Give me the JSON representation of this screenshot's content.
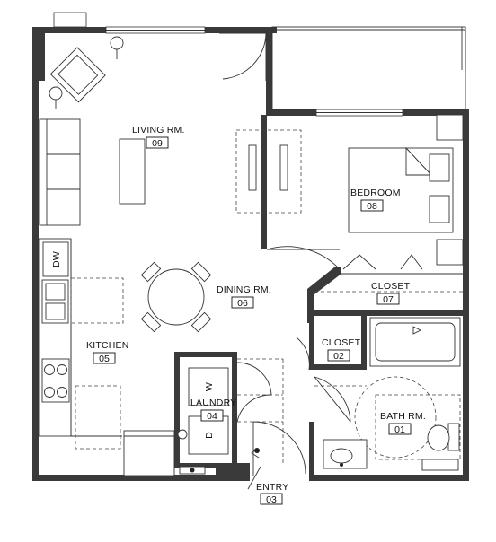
{
  "rooms": {
    "living": {
      "name": "LIVING RM.",
      "number": "09"
    },
    "bedroom": {
      "name": "BEDROOM",
      "number": "08"
    },
    "dining": {
      "name": "DINING RM.",
      "number": "06"
    },
    "closet_bed": {
      "name": "CLOSET",
      "number": "07"
    },
    "kitchen": {
      "name": "KITCHEN",
      "number": "05"
    },
    "closet_hall": {
      "name": "CLOSET",
      "number": "02"
    },
    "laundry": {
      "name": "LAUNDRY",
      "number": "04"
    },
    "bath": {
      "name": "BATH RM.",
      "number": "01"
    },
    "entry": {
      "name": "ENTRY",
      "number": "03"
    }
  },
  "appliances": {
    "dishwasher": "DW",
    "washer": "W",
    "dryer": "D"
  }
}
